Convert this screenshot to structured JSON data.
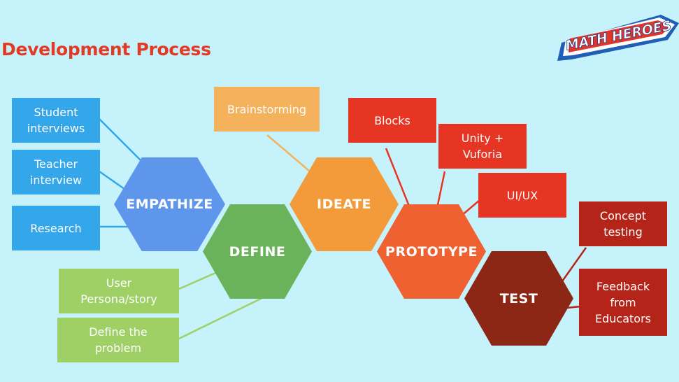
{
  "title": "Development Process",
  "logo": {
    "text": "MATH HEROES"
  },
  "stages": {
    "empathize": {
      "label": "EMPATHIZE",
      "color": "#5e96ec"
    },
    "define": {
      "label": "DEFINE",
      "color": "#6ab35a"
    },
    "ideate": {
      "label": "IDEATE",
      "color": "#f39b3a"
    },
    "prototype": {
      "label": "PROTOTYPE",
      "color": "#ef6130"
    },
    "test": {
      "label": "TEST",
      "color": "#8c2716"
    }
  },
  "empathize_items": [
    "Student\ninterviews",
    "Teacher\ninterview",
    "Research"
  ],
  "define_items": [
    "User\nPersona/story",
    "Define the\nproblem"
  ],
  "ideate_items": [
    "Brainstorming"
  ],
  "prototype_items": [
    "Blocks",
    "Unity +\nVuforia",
    "UI/UX"
  ],
  "test_items": [
    "Concept\ntesting",
    "Feedback\nfrom\nEducators"
  ],
  "colors": {
    "empathize_box": "#34a6ea",
    "define_box": "#9fd065",
    "ideate_box": "#f5b25c",
    "prototype_box": "#e73523",
    "test_box": "#b42419",
    "title": "#e23b25"
  }
}
